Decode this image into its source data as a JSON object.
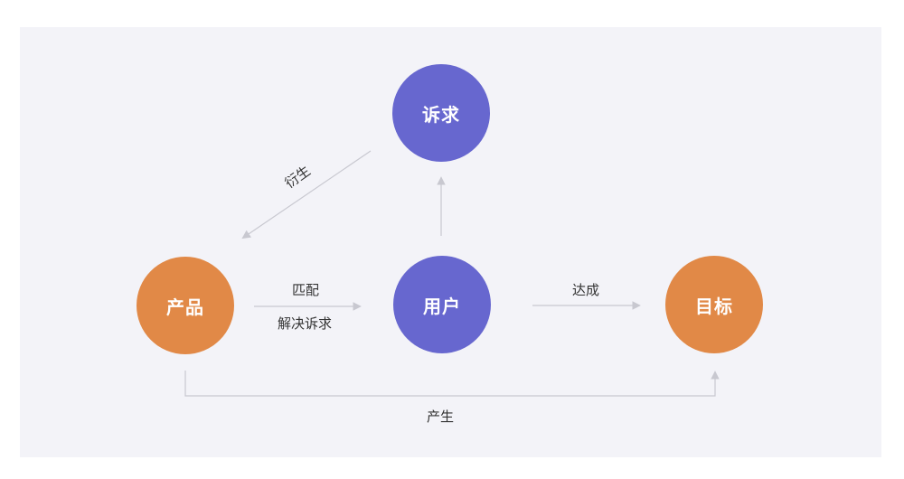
{
  "nodes": {
    "demand": {
      "label": "诉求",
      "color": "#6767cf"
    },
    "product": {
      "label": "产品",
      "color": "#e18947"
    },
    "user": {
      "label": "用户",
      "color": "#6767cf"
    },
    "goal": {
      "label": "目标",
      "color": "#e18947"
    }
  },
  "edges": {
    "derive": {
      "label": "衍生"
    },
    "match": {
      "label_top": "匹配",
      "label_bottom": "解决诉求"
    },
    "achieve": {
      "label": "达成"
    },
    "produce": {
      "label": "产生"
    }
  },
  "colors": {
    "background": "#f3f3f8",
    "arrow": "#c8c8d0"
  }
}
